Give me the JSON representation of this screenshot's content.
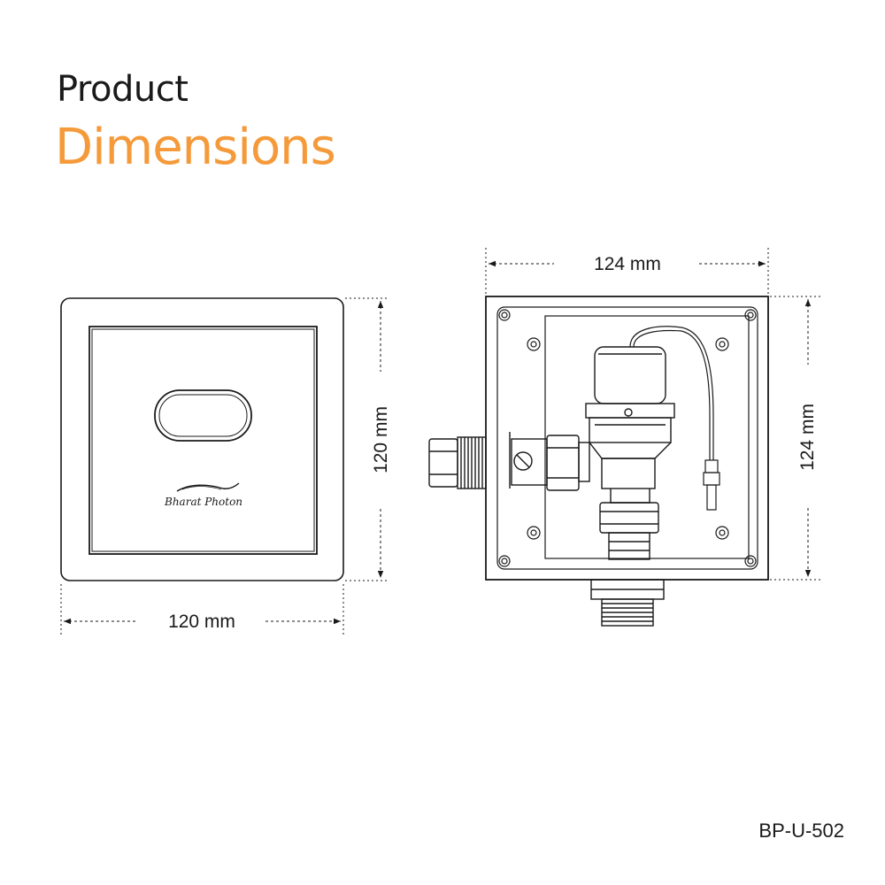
{
  "title": {
    "line1": "Product",
    "line2": "Dimensions"
  },
  "model_code": "BP-U-502",
  "front_view": {
    "width_label": "120 mm",
    "height_label": "120 mm",
    "brand_logo_text": "Bharat Photon"
  },
  "internal_view": {
    "width_label": "124 mm",
    "height_label": "124 mm"
  },
  "colors": {
    "accent": "#f59a3a",
    "line": "#1a1a1a",
    "text": "#1a1a1a"
  }
}
